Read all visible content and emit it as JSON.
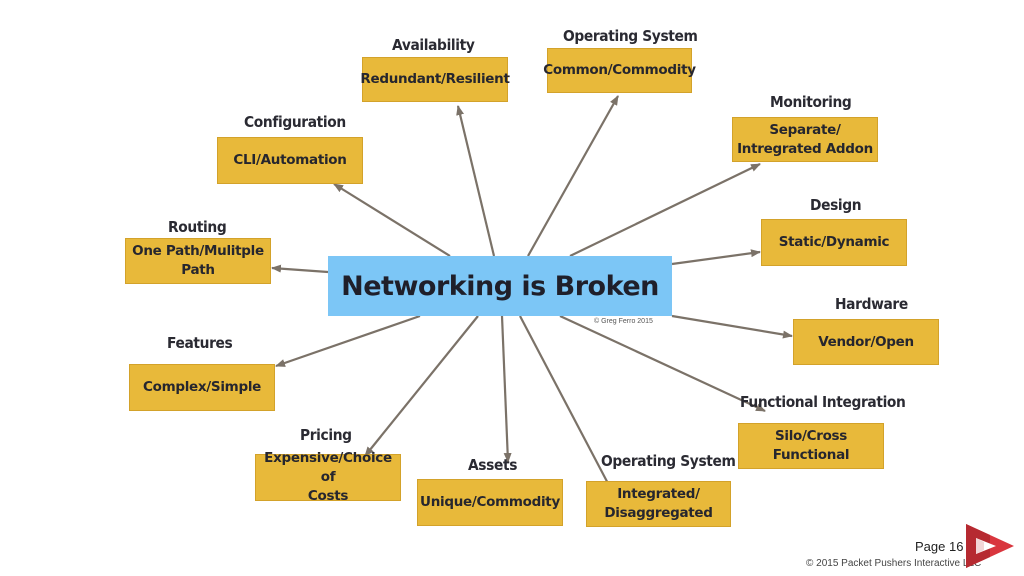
{
  "center": {
    "title": "Networking is Broken",
    "credit": "© Greg Ferro 2015"
  },
  "nodes": [
    {
      "label": "Availability",
      "box": "Redundant/Resilient"
    },
    {
      "label": "Operating System",
      "box": "Common/Commodity"
    },
    {
      "label": "Monitoring",
      "box": "Separate/\nIntregrated Addon"
    },
    {
      "label": "Design",
      "box": "Static/Dynamic"
    },
    {
      "label": "Hardware",
      "box": "Vendor/Open"
    },
    {
      "label": "Functional Integration",
      "box": "Silo/Cross\nFunctional"
    },
    {
      "label": "Operating System",
      "box": "Integrated/\nDisaggregated"
    },
    {
      "label": "Assets",
      "box": "Unique/Commodity"
    },
    {
      "label": "Pricing",
      "box": "Expensive/Choice of\nCosts"
    },
    {
      "label": "Features",
      "box": "Complex/Simple"
    },
    {
      "label": "Routing",
      "box": "One Path/Mulitple\nPath"
    },
    {
      "label": "Configuration",
      "box": "CLI/Automation"
    }
  ],
  "footer": {
    "page": "Page 16",
    "copyright": "© 2015 Packet Pushers Interactive LLC"
  },
  "colors": {
    "box": "#e8b93a",
    "center": "#7cc6f6",
    "arrow": "#7b7268",
    "logo": "#d9363e"
  }
}
